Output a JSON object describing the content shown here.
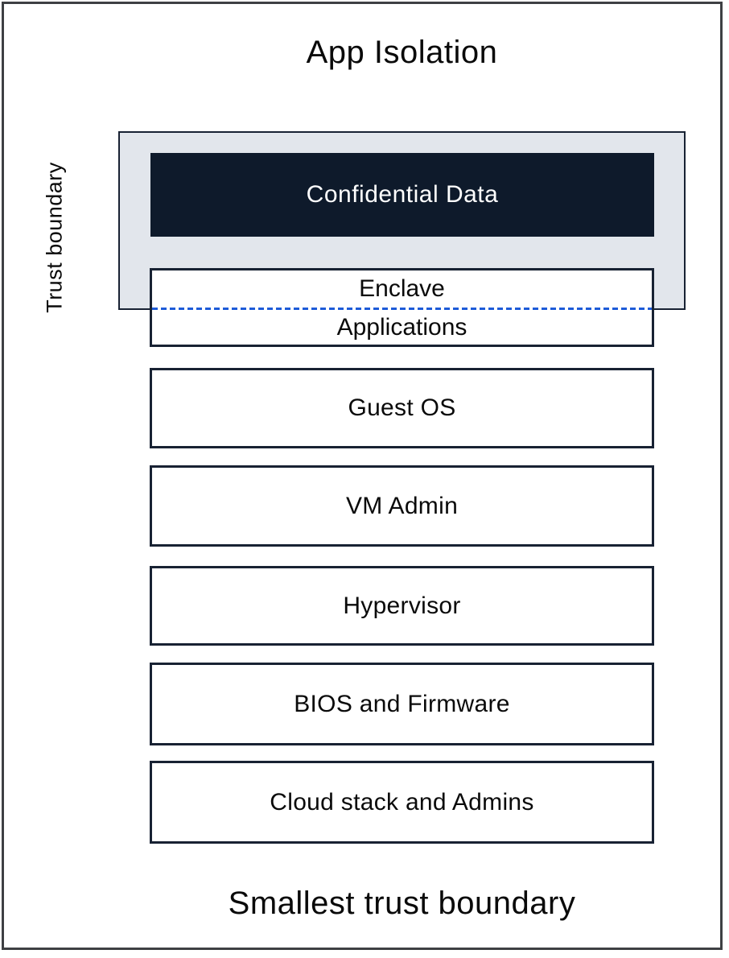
{
  "diagram": {
    "title": "App Isolation",
    "left_axis_label": "Trust boundary",
    "bottom_caption": "Smallest trust boundary",
    "trusted_zone": {
      "confidential_label": "Confidential Data",
      "enclave_label": "Enclave",
      "applications_label": "Applications"
    },
    "layers": [
      {
        "label": "Guest OS"
      },
      {
        "label": "VM Admin"
      },
      {
        "label": "Hypervisor"
      },
      {
        "label": "BIOS and Firmware"
      },
      {
        "label": "Cloud stack and Admins"
      }
    ],
    "colors": {
      "trust_region_fill": "#e2e6ec",
      "confidential_fill": "#0e1a2b",
      "confidential_text": "#ffffff",
      "box_border": "#182233",
      "boundary_dash_blue": "#1d5bd8",
      "outer_frame": "#3e4043",
      "text": "#0a0a0a"
    }
  }
}
